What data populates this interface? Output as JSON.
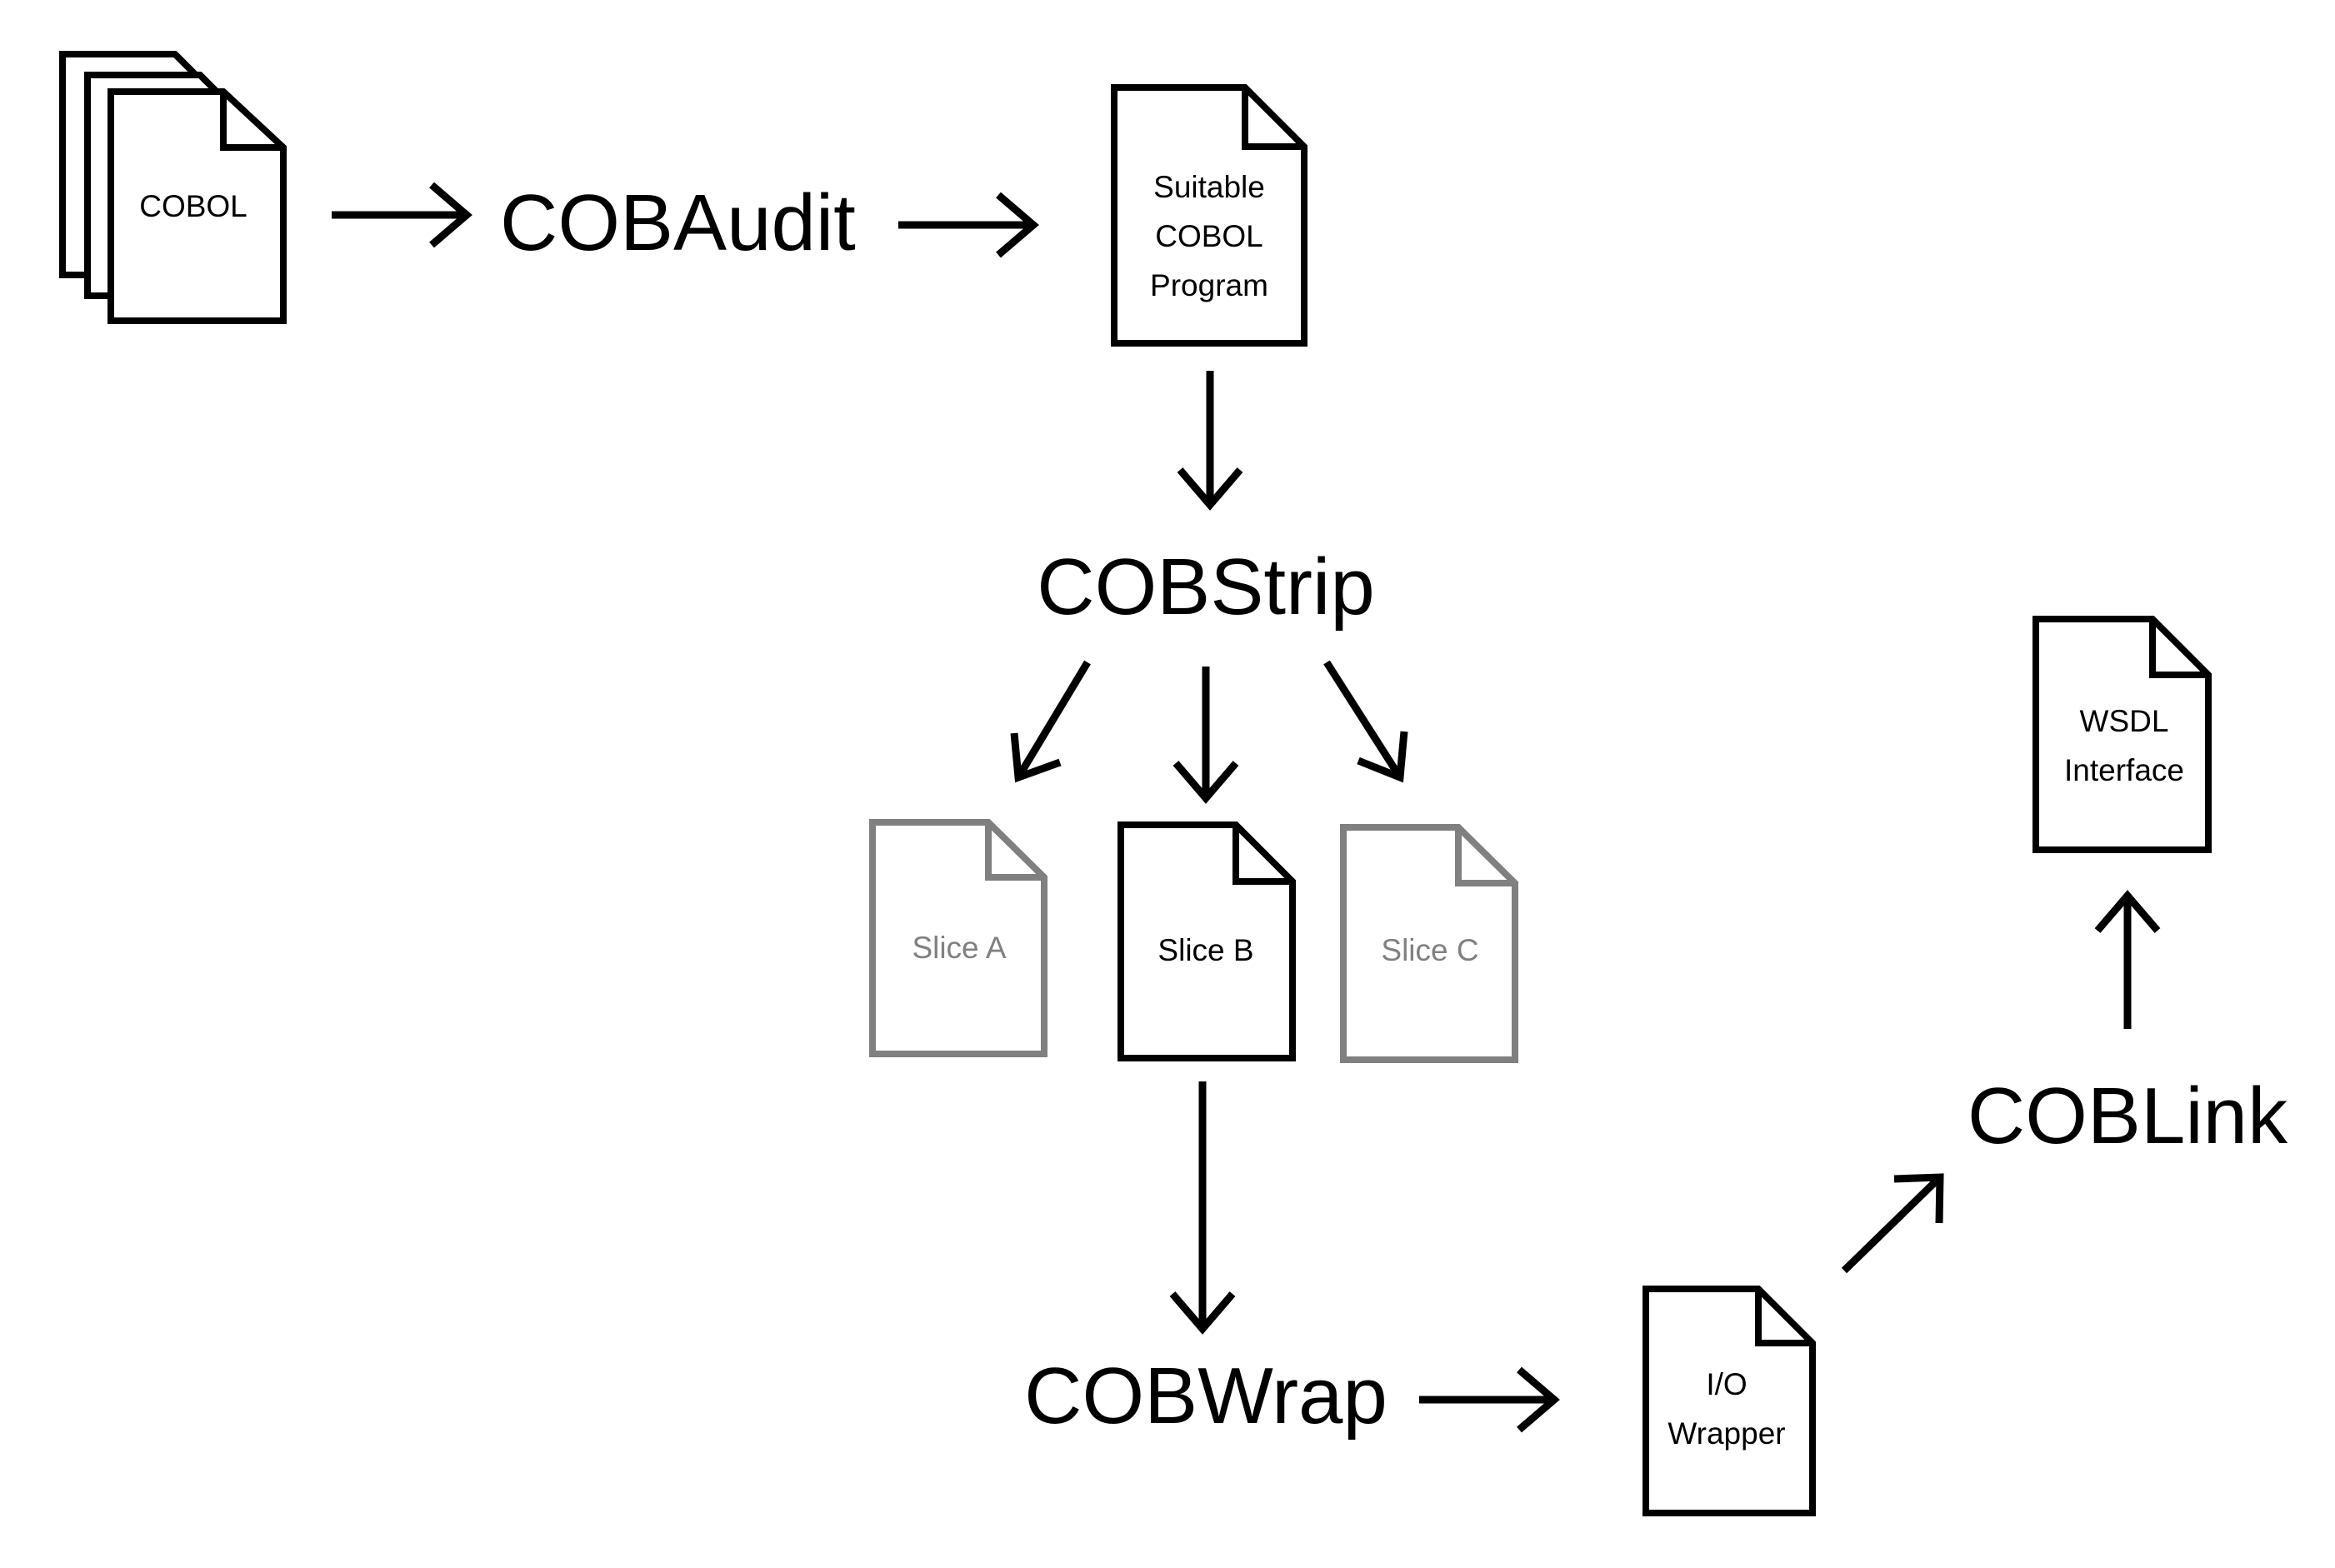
{
  "colors": {
    "primary": "#000000",
    "muted": "#808080",
    "background": "#ffffff"
  },
  "documents": {
    "cobol_input": {
      "lines": [
        "COBOL"
      ],
      "icon": "stacked-documents-icon"
    },
    "suitable_program": {
      "lines": [
        "Suitable",
        "COBOL",
        "Program"
      ],
      "icon": "document-icon"
    },
    "slice_a": {
      "lines": [
        "Slice A"
      ],
      "icon": "document-icon",
      "state": "not-selected"
    },
    "slice_b": {
      "lines": [
        "Slice B"
      ],
      "icon": "document-icon",
      "state": "selected"
    },
    "slice_c": {
      "lines": [
        "Slice C"
      ],
      "icon": "document-icon",
      "state": "not-selected"
    },
    "io_wrapper": {
      "lines": [
        "I/O",
        "Wrapper"
      ],
      "icon": "document-icon"
    },
    "wsdl_interface": {
      "lines": [
        "WSDL",
        "Interface"
      ],
      "icon": "document-icon"
    }
  },
  "tools": {
    "cobaudit": "COBAudit",
    "cobstrip": "COBStrip",
    "cobwrap": "COBWrap",
    "coblink": "COBLink"
  }
}
